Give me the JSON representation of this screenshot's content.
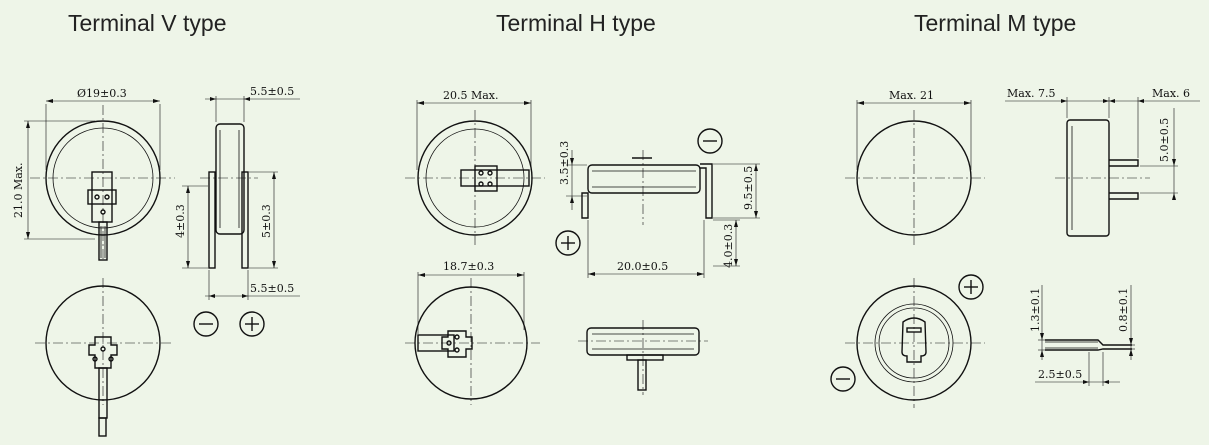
{
  "titles": {
    "v": "Terminal V type",
    "h": "Terminal H type",
    "m": "Terminal M type"
  },
  "dims": {
    "v_dia": "Ø19±0.3",
    "v_height": "21.0 Max.",
    "v_thk_top": "5.5±0.5",
    "v_thk_bot": "5.5±0.5",
    "v_left_pin": "4±0.3",
    "v_right_pin": "5±0.3",
    "h_width": "20.5 Max.",
    "h_dia2": "18.7±0.3",
    "h_thk": "3.5±0.3",
    "h_pitch": "20.0±0.5",
    "h_pin_h": "9.5±0.5",
    "h_pin_len": "4.0±0.3",
    "m_dia": "Max. 21",
    "m_thk": "Max. 7.5",
    "m_lead": "Max. 6",
    "m_gap": "5.0±0.5",
    "m_t1": "1.3±0.1",
    "m_t2": "0.8±0.1",
    "m_w": "2.5±0.5"
  },
  "polarity": {
    "minus": "−",
    "plus": "+"
  }
}
